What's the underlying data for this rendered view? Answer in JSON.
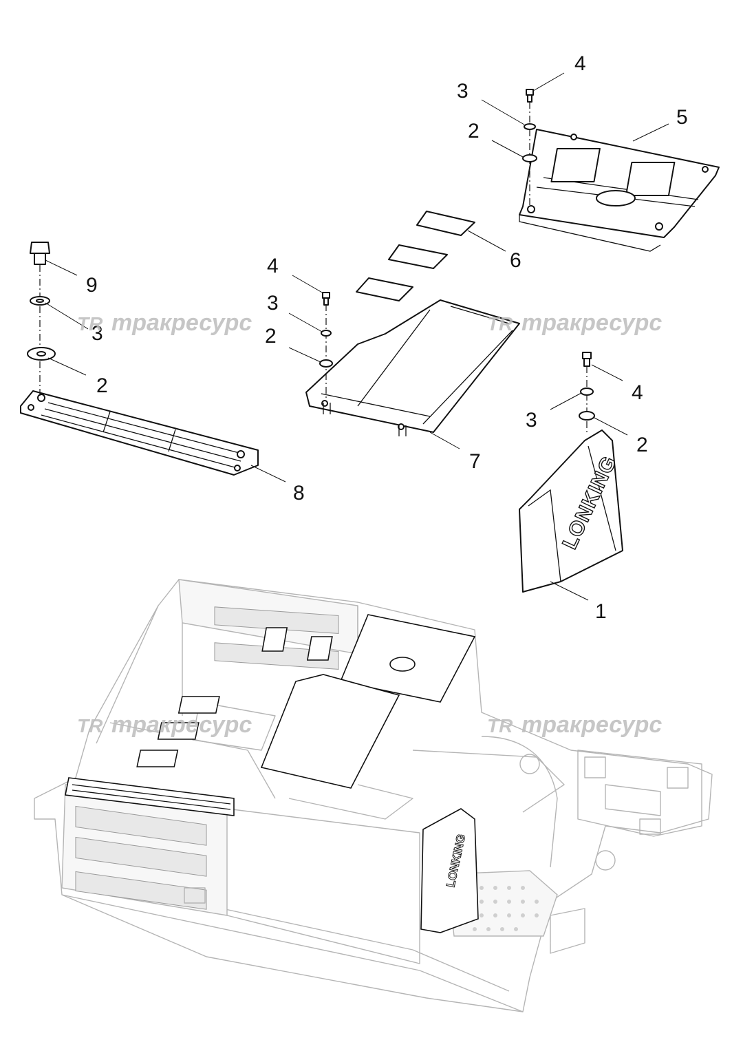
{
  "watermark": {
    "logo": "TR",
    "text": "тракресурс"
  },
  "brand_mark": "LONKING",
  "callouts": {
    "c4_top": "4",
    "c3_top": "3",
    "c5": "5",
    "c2_top": "2",
    "c6": "6",
    "c9": "9",
    "c4_mid": "4",
    "c3_mid": "3",
    "c3_left": "3",
    "c2_mid": "2",
    "c2_left": "2",
    "c4_right": "4",
    "c3_right": "3",
    "c2_right": "2",
    "c7": "7",
    "c8": "8",
    "c1": "1"
  }
}
